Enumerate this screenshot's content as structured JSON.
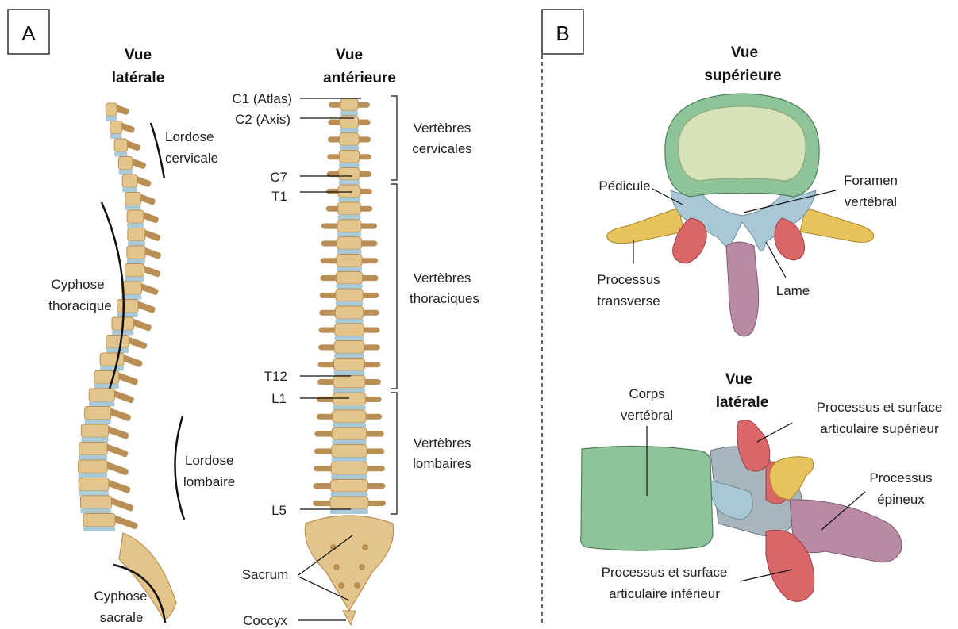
{
  "panel_a": {
    "letter": "A",
    "lateral_view": {
      "heading_line1": "Vue",
      "heading_line2": "latérale"
    },
    "anterior_view": {
      "heading_line1": "Vue",
      "heading_line2": "antérieure"
    },
    "curvatures": {
      "cervical": [
        "Lordose",
        "cervicale"
      ],
      "thoracic": [
        "Cyphose",
        "thoracique"
      ],
      "lumbar": [
        "Lordose",
        "lombaire"
      ],
      "sacral": [
        "Cyphose",
        "sacrale"
      ]
    },
    "vertebra_labels": {
      "c1": "C1 (Atlas)",
      "c2": "C2 (Axis)",
      "c7": "C7",
      "t1": "T1",
      "t12": "T12",
      "l1": "L1",
      "l5": "L5",
      "sacrum": "Sacrum",
      "coccyx": "Coccyx"
    },
    "regions": {
      "cervical": [
        "Vertèbres",
        "cervicales"
      ],
      "thoracic": [
        "Vertèbres",
        "thoraciques"
      ],
      "lumbar": [
        "Vertèbres",
        "lombaires"
      ]
    }
  },
  "panel_b": {
    "letter": "B",
    "superior_view": {
      "heading_line1": "Vue",
      "heading_line2": "supérieure",
      "labels": {
        "pedicle": "Pédicule",
        "foramen": [
          "Foramen",
          "vertébral"
        ],
        "transverse": [
          "Processus",
          "transverse"
        ],
        "lamina": "Lame"
      }
    },
    "lateral_view": {
      "heading_line1": "Vue",
      "heading_line2": "latérale",
      "labels": {
        "body": [
          "Corps",
          "vertébral"
        ],
        "superior_articular": [
          "Processus et surface",
          "articulaire supérieur"
        ],
        "spinous": [
          "Processus",
          "épineux"
        ],
        "inferior_articular": [
          "Processus et surface",
          "articulaire inférieur"
        ]
      }
    }
  },
  "colors": {
    "bone": "#e3c48a",
    "bone_shade": "#b98f55",
    "disc": "#a9c9d6",
    "body_green": "#8fc49a",
    "pedicle_blue": "#a9c7d4",
    "transverse_yellow": "#e8c25a",
    "articular_red": "#d9676a",
    "spinous_purple": "#b98aa3"
  }
}
